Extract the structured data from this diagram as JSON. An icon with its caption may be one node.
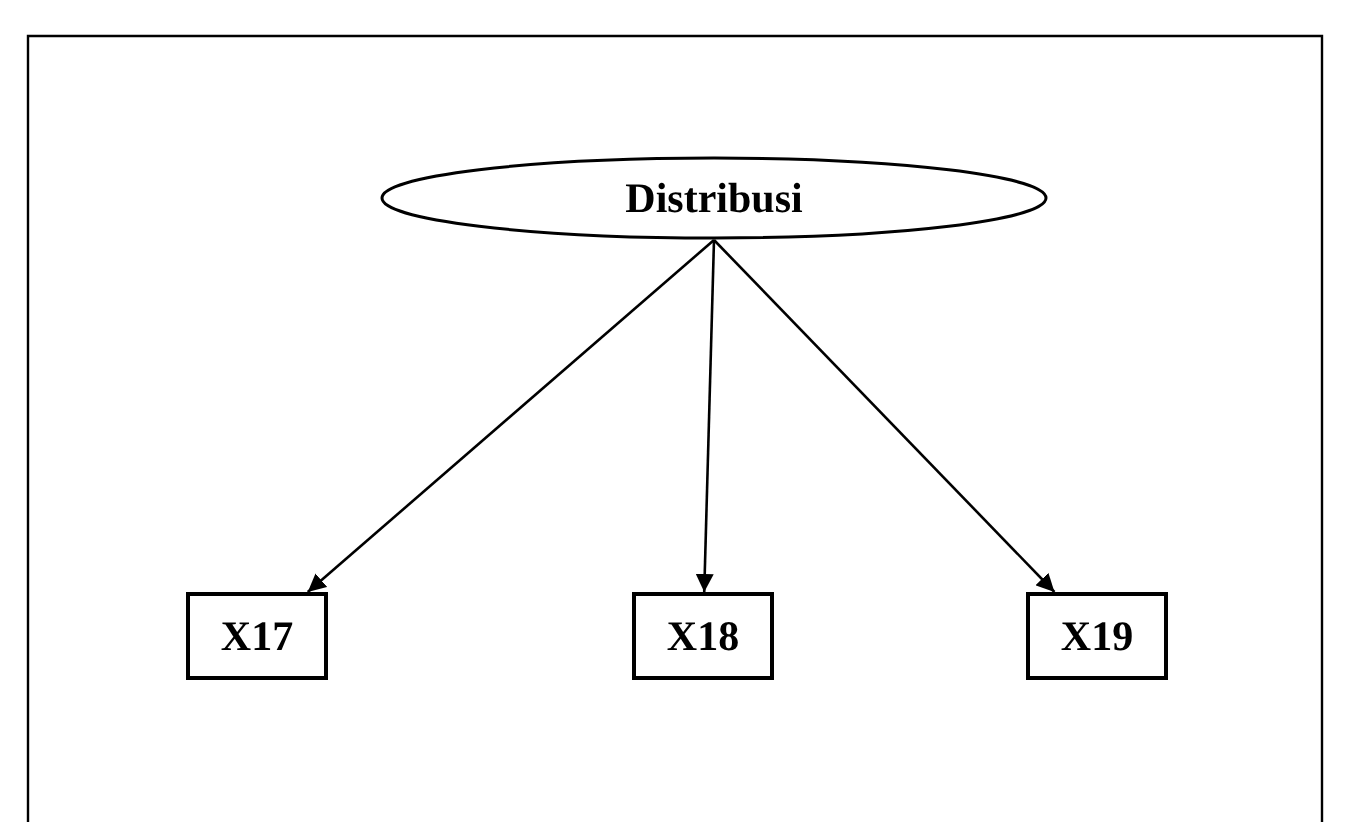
{
  "diagram": {
    "nodes": [
      {
        "text": [
          "Distribusi"
        ]
      },
      {
        "text": [
          "X17"
        ]
      },
      {
        "text": [
          "X18"
        ]
      },
      {
        "text": [
          "X19"
        ]
      }
    ],
    "edges": [
      {
        "from": 0,
        "to": 1,
        "arrow": "to"
      },
      {
        "from": 0,
        "to": 2,
        "arrow": "to"
      },
      {
        "from": 0,
        "to": 3,
        "arrow": "to"
      }
    ]
  }
}
